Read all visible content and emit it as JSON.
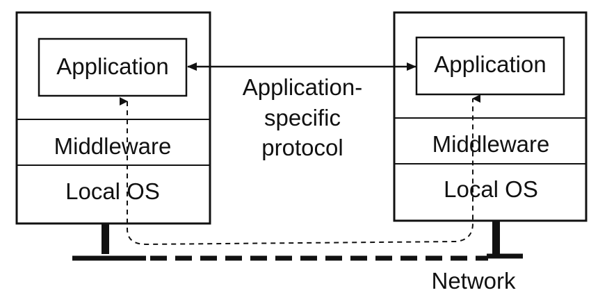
{
  "left_host": {
    "application_label": "Application",
    "middleware_label": "Middleware",
    "local_os_label": "Local OS"
  },
  "right_host": {
    "application_label": "Application",
    "middleware_label": "Middleware",
    "local_os_label": "Local OS"
  },
  "protocol_label": {
    "line1": "Application-",
    "line2": "specific",
    "line3": "protocol"
  },
  "network_label": "Network",
  "colors": {
    "ink": "#111111",
    "background": "#ffffff"
  }
}
